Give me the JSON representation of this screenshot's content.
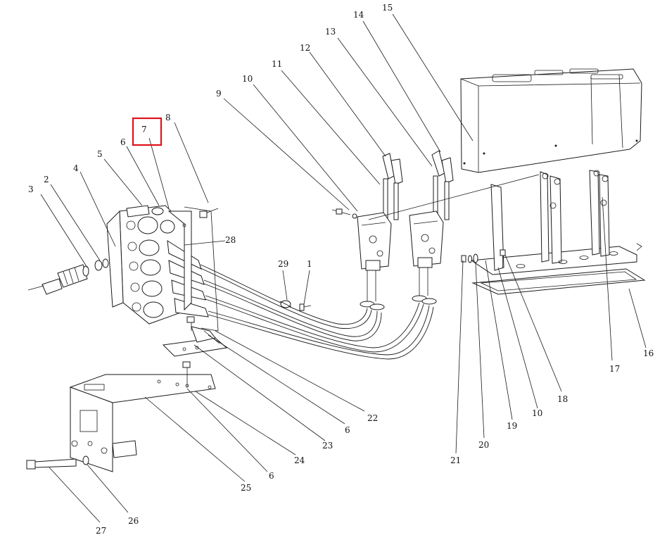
{
  "diagram": {
    "callouts": [
      {
        "id": "c3",
        "label": "3"
      },
      {
        "id": "c2",
        "label": "2"
      },
      {
        "id": "c4",
        "label": "4"
      },
      {
        "id": "c5",
        "label": "5"
      },
      {
        "id": "c6a",
        "label": "6"
      },
      {
        "id": "c7",
        "label": "7"
      },
      {
        "id": "c8",
        "label": "8"
      },
      {
        "id": "c9",
        "label": "9"
      },
      {
        "id": "c10a",
        "label": "10"
      },
      {
        "id": "c11",
        "label": "11"
      },
      {
        "id": "c12",
        "label": "12"
      },
      {
        "id": "c13",
        "label": "13"
      },
      {
        "id": "c14",
        "label": "14"
      },
      {
        "id": "c15",
        "label": "15"
      },
      {
        "id": "c28",
        "label": "28"
      },
      {
        "id": "c29",
        "label": "29"
      },
      {
        "id": "c1",
        "label": "1"
      },
      {
        "id": "c16",
        "label": "16"
      },
      {
        "id": "c17",
        "label": "17"
      },
      {
        "id": "c18",
        "label": "18"
      },
      {
        "id": "c10b",
        "label": "10"
      },
      {
        "id": "c19",
        "label": "19"
      },
      {
        "id": "c20",
        "label": "20"
      },
      {
        "id": "c21",
        "label": "21"
      },
      {
        "id": "c22",
        "label": "22"
      },
      {
        "id": "c6b",
        "label": "6"
      },
      {
        "id": "c23",
        "label": "23"
      },
      {
        "id": "c24",
        "label": "24"
      },
      {
        "id": "c6c",
        "label": "6"
      },
      {
        "id": "c25",
        "label": "25"
      },
      {
        "id": "c26",
        "label": "26"
      },
      {
        "id": "c27",
        "label": "27"
      }
    ],
    "highlight": {
      "label": "7",
      "color": "#e0121b"
    },
    "line_color": "#1a1a1a"
  }
}
